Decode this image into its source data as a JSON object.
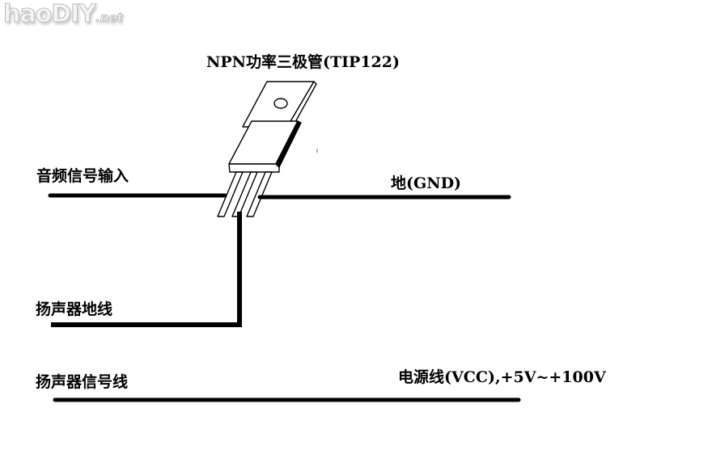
{
  "watermark": {
    "text": "haoDIY",
    "suffix": ".net"
  },
  "title": "NPN功率三极管(TIP122)",
  "component": {
    "name": "TIP122",
    "type": "NPN power transistor",
    "pins": 3
  },
  "labels": {
    "audio_input": "音频信号输入",
    "ground": "地(GND)",
    "speaker_ground": "扬声器地线",
    "speaker_signal": "扬声器信号线",
    "power": "电源线(VCC),+5V~+100V"
  },
  "colors": {
    "line": "#000000",
    "background": "#ffffff",
    "watermark": "#bdbdbd"
  }
}
